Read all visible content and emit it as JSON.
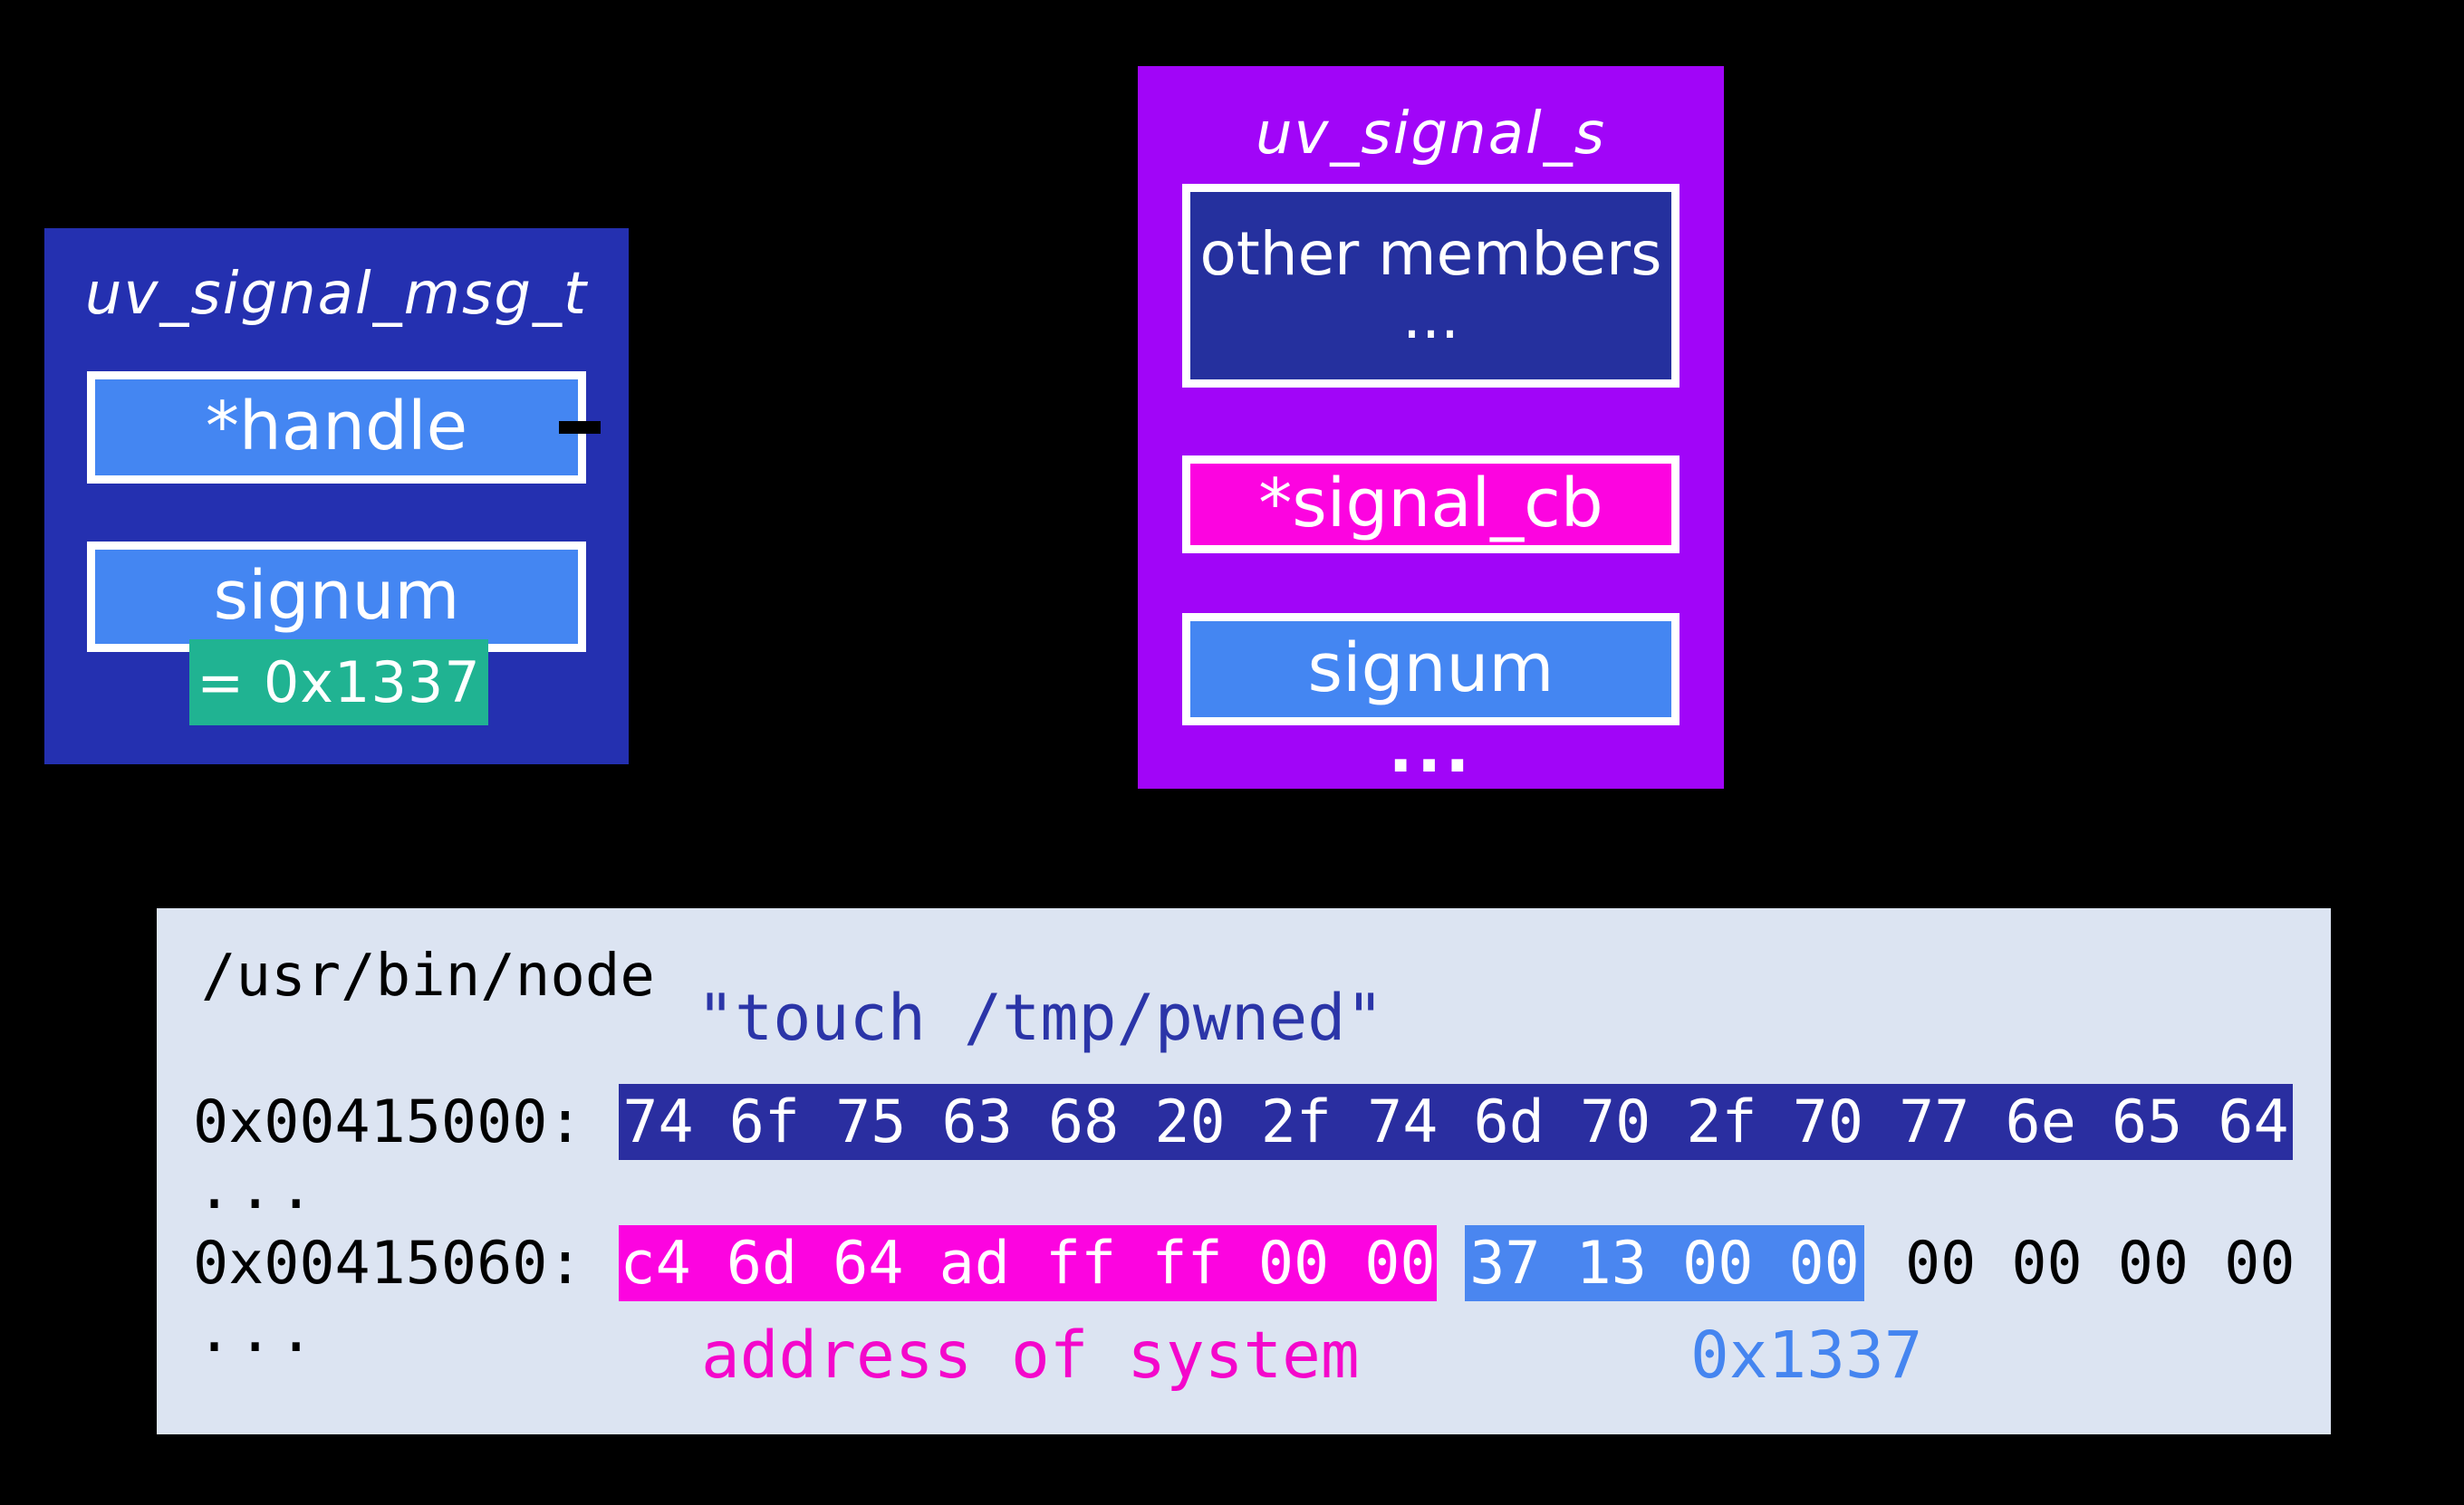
{
  "structs": {
    "msg": {
      "title": "uv_signal_msg_t",
      "fields": [
        {
          "label": "*handle"
        },
        {
          "label": "signum"
        }
      ],
      "badge": "= 0x1337"
    },
    "signal": {
      "title": "uv_signal_s",
      "members": [
        {
          "label": "other members",
          "sub": "..."
        },
        {
          "label": "*signal_cb"
        },
        {
          "label": "signum"
        }
      ],
      "ellipsis": "..."
    }
  },
  "memory": {
    "binary_path": "/usr/bin/node",
    "command_string": "\"touch /tmp/pwned\"",
    "ellipsis": "...",
    "row1": {
      "address": "0x00415000:",
      "hex": "74 6f 75 63 68 20 2f 74 6d 70 2f 70 77 6e 65 64"
    },
    "row2": {
      "address": "0x00415060:",
      "hex_system_address": "c4 6d 64 ad ff ff 00 00",
      "hex_signum": "37 13 00 00",
      "hex_plain": "00 00 00 00"
    },
    "captions": {
      "system": "address of system",
      "signum": "0x1337"
    }
  },
  "colors": {
    "page_background": "#000000",
    "msg_struct_bg": "#2430b0",
    "field_blue": "#4486f2",
    "badge_teal": "#20b392",
    "signal_struct_bg": "#a105f8",
    "other_members_bg": "#25309e",
    "signal_cb_magenta": "#fc04e0",
    "panel_bg": "#dce4f2",
    "hex_row1_bg": "#2a2ea0",
    "command_text": "#2b35a8",
    "hex_magenta_bg": "#fc04e0",
    "hex_blue_bg": "#4a86f0",
    "caption_magenta": "#f407cb",
    "caption_blue": "#4585f0",
    "text_white": "#ffffff",
    "text_black": "#000000"
  }
}
